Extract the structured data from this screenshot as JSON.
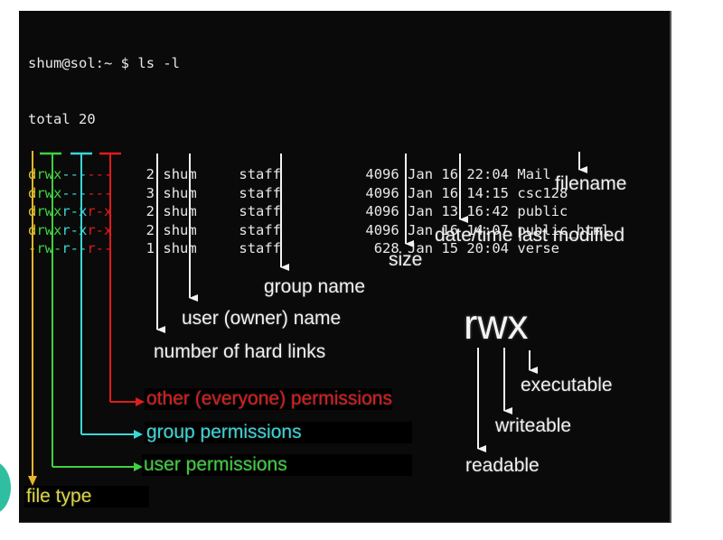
{
  "terminal": {
    "prompt": "shum@sol:~",
    "prompt_symbol": "$",
    "command": "ls -l",
    "total_line": "total 20",
    "rows": [
      {
        "type": "d",
        "user": "rwx",
        "group": "---",
        "other": "---",
        "links": "2",
        "owner": "shum",
        "group_name": "staff",
        "size": "4096",
        "date": "Jan 16 22:04",
        "name": "Mail"
      },
      {
        "type": "d",
        "user": "rwx",
        "group": "---",
        "other": "---",
        "links": "3",
        "owner": "shum",
        "group_name": "staff",
        "size": "4096",
        "date": "Jan 16 14:15",
        "name": "csc128"
      },
      {
        "type": "d",
        "user": "rwx",
        "group": "r-x",
        "other": "r-x",
        "links": "2",
        "owner": "shum",
        "group_name": "staff",
        "size": "4096",
        "date": "Jan 13 16:42",
        "name": "public"
      },
      {
        "type": "d",
        "user": "rwx",
        "group": "r-x",
        "other": "r-x",
        "links": "2",
        "owner": "shum",
        "group_name": "staff",
        "size": "4096",
        "date": "Jan 16 14:07",
        "name": "public_html"
      },
      {
        "type": "-",
        "user": "rw-",
        "group": "r--",
        "other": "r--",
        "links": "1",
        "owner": "shum",
        "group_name": "staff",
        "size": " 628",
        "date": "Jan 15 20:04",
        "name": "verse"
      }
    ]
  },
  "labels": {
    "filename": "filename",
    "date_time": "date/time last modified",
    "size": "size",
    "group_name": "group name",
    "owner_name": "user (owner) name",
    "hard_links": "number of hard links",
    "other_perms": "other (everyone) permissions",
    "group_perms": "group permissions",
    "user_perms": "user permissions",
    "file_type": "file type"
  },
  "rwx_legend": {
    "title": "rwx",
    "r": "readable",
    "w": "writeable",
    "x": "executable"
  },
  "colors": {
    "file_type": "#d9c832",
    "user": "#3fd13f",
    "group": "#3cd6d6",
    "other": "#e01c1c",
    "annotation": "#f0f0f0",
    "background": "#0a0a0a"
  }
}
